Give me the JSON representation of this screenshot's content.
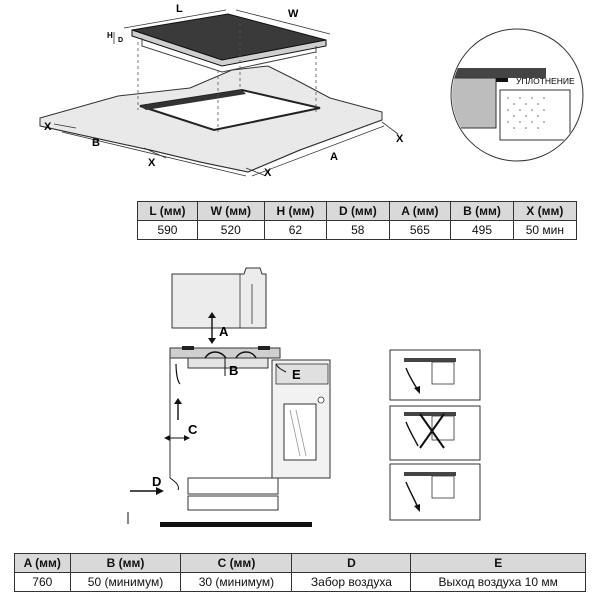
{
  "hob_diagram": {
    "labels": {
      "L": "L",
      "W": "W",
      "H": "H",
      "D": "D",
      "X": "X",
      "B": "B",
      "A": "A"
    },
    "seal_label": "УПЛОТНЕНИЕ"
  },
  "table_top": {
    "headers": [
      "L (мм)",
      "W (мм)",
      "H (мм)",
      "D (мм)",
      "A (мм)",
      "B (мм)",
      "X (мм)"
    ],
    "values": [
      "590",
      "520",
      "62",
      "58",
      "565",
      "495",
      "50 мин"
    ]
  },
  "oven_diagram": {
    "labels": {
      "A": "A",
      "B": "B",
      "C": "C",
      "D": "D",
      "E": "E"
    }
  },
  "table_bottom": {
    "headers": [
      "A (мм)",
      "B (мм)",
      "C (мм)",
      "D",
      "E"
    ],
    "values": [
      "760",
      "50 (минимум)",
      "30 (минимум)",
      "Забор воздуха",
      "Выход воздуха 10 мм"
    ]
  },
  "colors": {
    "hob_glass": "#3a3a3a",
    "table_header": "#d9d9d9",
    "seal_fill": "#bdbdbd"
  }
}
